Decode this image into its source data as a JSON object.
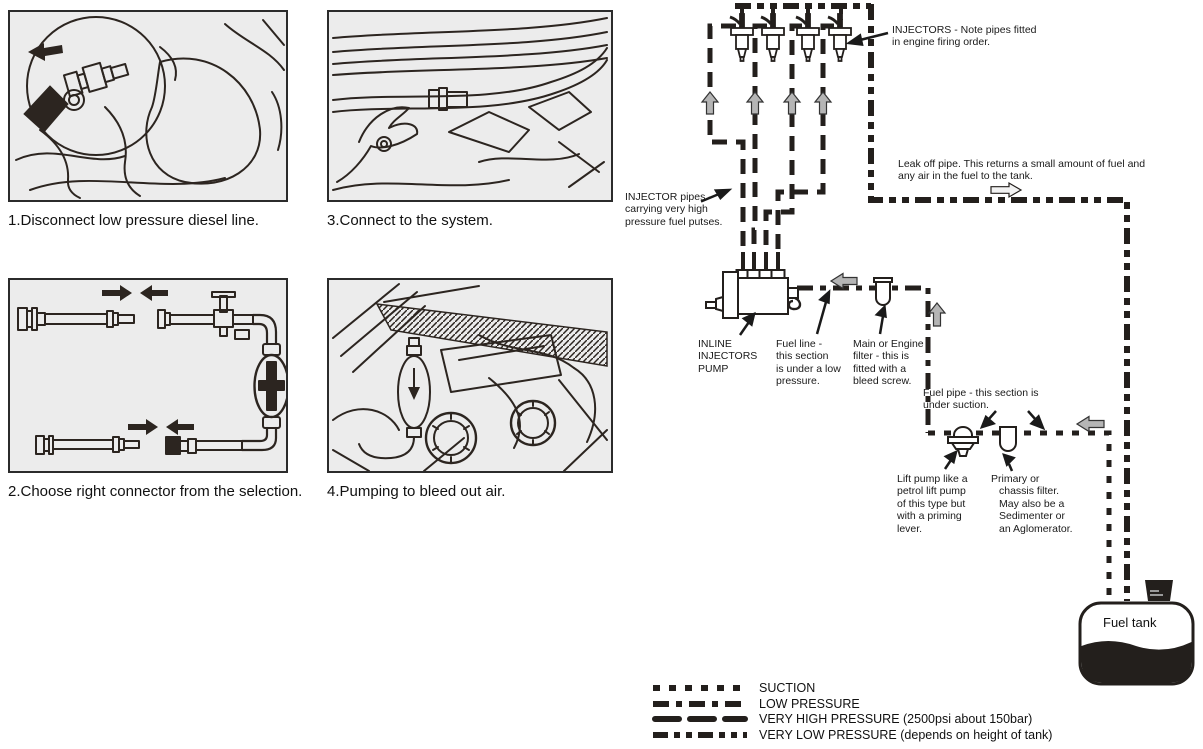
{
  "steps": [
    {
      "caption": "1.Disconnect low pressure diesel line."
    },
    {
      "caption": "2.Choose right connector from the selection."
    },
    {
      "caption": "3.Connect to the system."
    },
    {
      "caption": "4.Pumping to bleed out air."
    }
  ],
  "schematic": {
    "labels": {
      "injectors": "INJECTORS - Note pipes fitted\nin engine firing order.",
      "injector_pipes": "INJECTOR pipes -\ncarrying very high\npressure fuel putses.",
      "leak_off": "Leak off pipe. This returns a small amount of fuel and\nany air in the fuel to the tank.",
      "inline_pump": "INLINE\nINJECTORS\nPUMP",
      "fuel_line": "Fuel line -\nthis section\nis under a low\npressure.",
      "main_filter": "Main or Engine\nfilter - this is\nfitted with a\nbleed screw.",
      "fuel_pipe": "Fuel pipe - this section is\nunder suction.",
      "lift_pump": "Lift pump like a\npetrol lift pump\nof this type but\nwith a priming\nlever.",
      "primary_filter": "Primary or\nchassis filter.\nMay also be a\nSedimenter or\nan Aglomerator.",
      "fuel_tank": "Fuel tank"
    }
  },
  "legend": {
    "rows": [
      {
        "style": "suction",
        "label": "SUCTION"
      },
      {
        "style": "low",
        "label": "LOW PRESSURE"
      },
      {
        "style": "very_high",
        "label": "VERY HIGH PRESSURE (2500psi about 150bar)"
      },
      {
        "style": "very_low",
        "label": "VERY LOW PRESSURE (depends on height of tank)"
      }
    ]
  },
  "colors": {
    "ink": "#231f1c",
    "panel_background": "#ececec",
    "arrow_gray": "#b5b5b5"
  }
}
